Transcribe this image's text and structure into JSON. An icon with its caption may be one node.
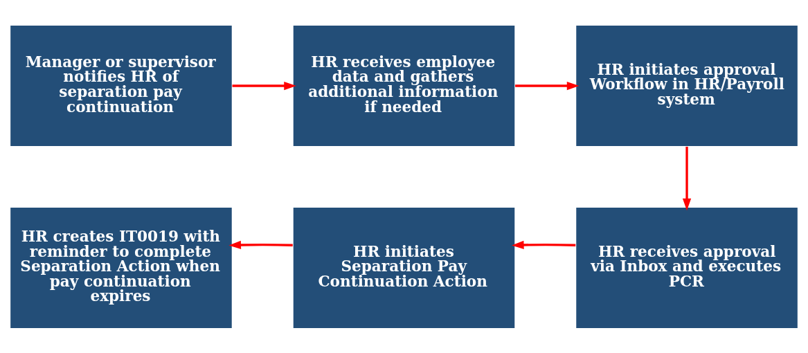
{
  "diagram": {
    "nodes": [
      {
        "text": [
          "Manager or supervisor notifies HR of separation pay continuation"
        ]
      },
      {
        "text": [
          "HR receives employee data and gathers additional information if needed"
        ]
      },
      {
        "text": [
          "HR initiates approval Workflow in HR/Payroll system"
        ]
      },
      {
        "text": [
          "HR receives approval via Inbox and executes PCR"
        ]
      },
      {
        "text": [
          "HR initiates Separation Pay Continuation Action"
        ]
      },
      {
        "text": [
          "HR creates IT0019 with reminder to complete Separation Action when pay continuation expires"
        ]
      }
    ],
    "edges": [
      {
        "from": 0,
        "to": 1,
        "arrow": "to"
      },
      {
        "from": 1,
        "to": 2,
        "arrow": "to"
      },
      {
        "from": 2,
        "to": 3,
        "arrow": "to"
      },
      {
        "from": 3,
        "to": 4,
        "arrow": "to"
      },
      {
        "from": 4,
        "to": 5,
        "arrow": "to"
      }
    ]
  }
}
